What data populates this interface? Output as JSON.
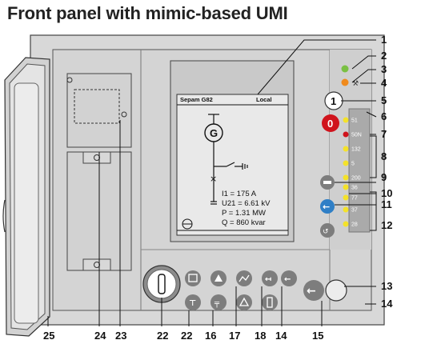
{
  "title": "Front panel with mimic-based UMI",
  "screen": {
    "device": "Sepam G82",
    "mode": "Local",
    "measures": [
      "I1 = 175 A",
      "U21 = 6.61 kV",
      "P = 1.31 MW",
      "Q = 860 kvar"
    ],
    "generator_symbol": "G"
  },
  "buttons": {
    "on": "1",
    "off": "0"
  },
  "led_labels": [
    "51",
    "50N",
    "132",
    "5",
    "200",
    "36",
    "77",
    "37",
    "28"
  ],
  "callouts": {
    "right": [
      "1",
      "2",
      "3",
      "4",
      "5",
      "6",
      "7",
      "8",
      "9",
      "10",
      "11",
      "12",
      "13",
      "14"
    ],
    "bottom": [
      "25",
      "24",
      "23",
      "22",
      "22",
      "16",
      "17",
      "18",
      "14",
      "15"
    ]
  },
  "colors": {
    "panel": "#d8d8d8",
    "panel_dark": "#bfbfbf",
    "screen": "#e6e6e6",
    "button_grey": "#7d7d7d",
    "red": "#d0131c",
    "blue": "#2f7fc6",
    "green_led": "#7ac043",
    "orange_led": "#f08a1c",
    "yellow_led": "#f4e22a"
  }
}
